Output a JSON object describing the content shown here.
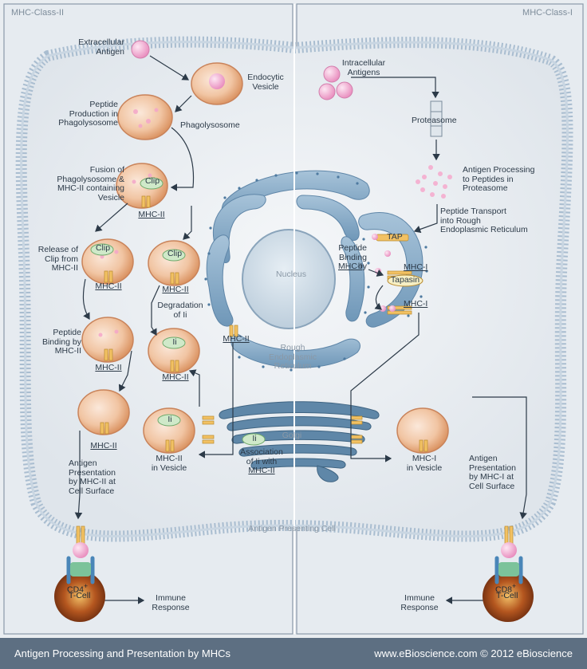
{
  "header": {
    "left": "MHC-Class-II",
    "right": "MHC-Class-I"
  },
  "labels": {
    "extracellular_antigen": "Extracellular\nAntigen",
    "endocytic_vesicle": "Endocytic\nVesicle",
    "peptide_production": "Peptide\nProduction in\nPhagolysosome",
    "phagolysosome": "Phagolysosome",
    "fusion": "Fusion of\nPhagolysosome &\nMHC-II containing\nVesicle",
    "release_clip": "Release of\nClip from\nMHC-II",
    "peptide_binding_mhc2": "Peptide\nBinding by\nMHC-II",
    "degradation_ii": "Degradation\nof Ii",
    "antigen_presentation_mhc2": "Antigen\nPresentation\nby MHC-II at\nCell Surface",
    "mhc2_in_vesicle": "MHC-II\nin Vesicle",
    "association_ii": "Association\nof Ii with",
    "association_mhc2": "MHC-II",
    "intracellular_antigens": "Intracellular\nAntigens",
    "proteasome": "Proteasome",
    "antigen_processing": "Antigen Processing\nto Peptides in\nProteasome",
    "peptide_transport": "Peptide Transport\ninto Rough\nEndoplasmic Reticulum",
    "peptide_binding_mhc1_a": "Peptide\nBinding\nby",
    "mhc1_vesicle": "MHC-I\nin Vesicle",
    "antigen_presentation_mhc1": "Antigen\nPresentation\nby MHC-I at\nCell Surface",
    "nucleus": "Nucleus",
    "rough_er": "Rough\nEndoplasmic\nReticulum",
    "golgi": "Golgi",
    "apc": "Antigen Presenting Cell",
    "immune_left": "Immune\nResponse",
    "immune_right": "Immune\nResponse",
    "cd4": "CD4",
    "cd8": "CD8",
    "tcell": "T-Cell",
    "plus": "+"
  },
  "tags": {
    "clip": "Clip",
    "ii": "Ii",
    "mhc2": "MHC-II",
    "mhc1": "MHC-I",
    "tap": "TAP",
    "tapasin": "Tapasin"
  },
  "footer": {
    "title": "Antigen Processing and Presentation by MHCs",
    "credit": "www.eBioscience.com © 2012 eBioscience"
  },
  "colors": {
    "membrane": "#9fb6cb",
    "er": "#7fa6c4",
    "vesicle": "#e7a878",
    "antigen": "#f3a9cf",
    "footer": "#5d6f82"
  }
}
